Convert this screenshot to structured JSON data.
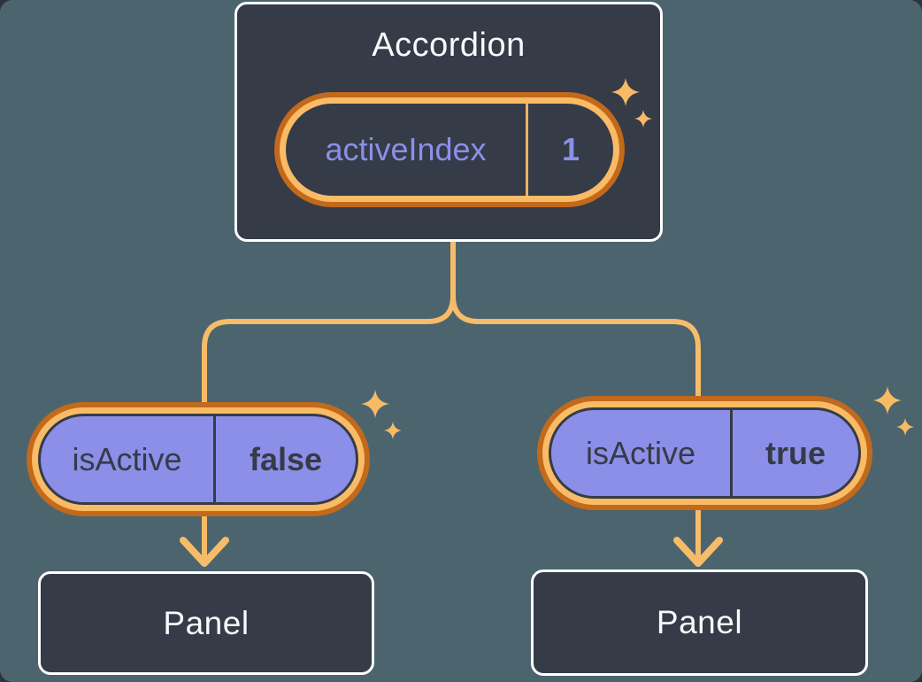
{
  "diagram": {
    "description": "React state tree diagram: Accordion parent holding state, passing props to two Panel children",
    "tree": {
      "root": {
        "title": "Accordion",
        "pill": {
          "label": "activeIndex",
          "value": "1"
        }
      },
      "branches": [
        {
          "pill": {
            "label": "isActive",
            "value": "false"
          },
          "panel": {
            "title": "Panel"
          }
        },
        {
          "pill": {
            "label": "isActive",
            "value": "true"
          },
          "panel": {
            "title": "Panel"
          }
        }
      ]
    },
    "icons": {
      "sparkle": "sparkle-icon (two four-pointed stars)",
      "arrow": "arrow-down-icon (chevron arrowhead)"
    },
    "colors": {
      "background": "#4C646E",
      "node_fill": "#353B47",
      "node_border": "#FFFFFF",
      "node_text": "#F7F9FB",
      "pill_ring_outer": "#C2691B",
      "pill_ring_inner": "#F9BB65",
      "state_pill_fill": "#353B47",
      "state_pill_text": "#8A90E8",
      "state_pill_divider": "#F2B160",
      "prop_pill_fill": "#8B8FE8",
      "prop_pill_text": "#353B47",
      "connector_line": "#F7BC69",
      "sparkle": "#F7BB66"
    }
  }
}
